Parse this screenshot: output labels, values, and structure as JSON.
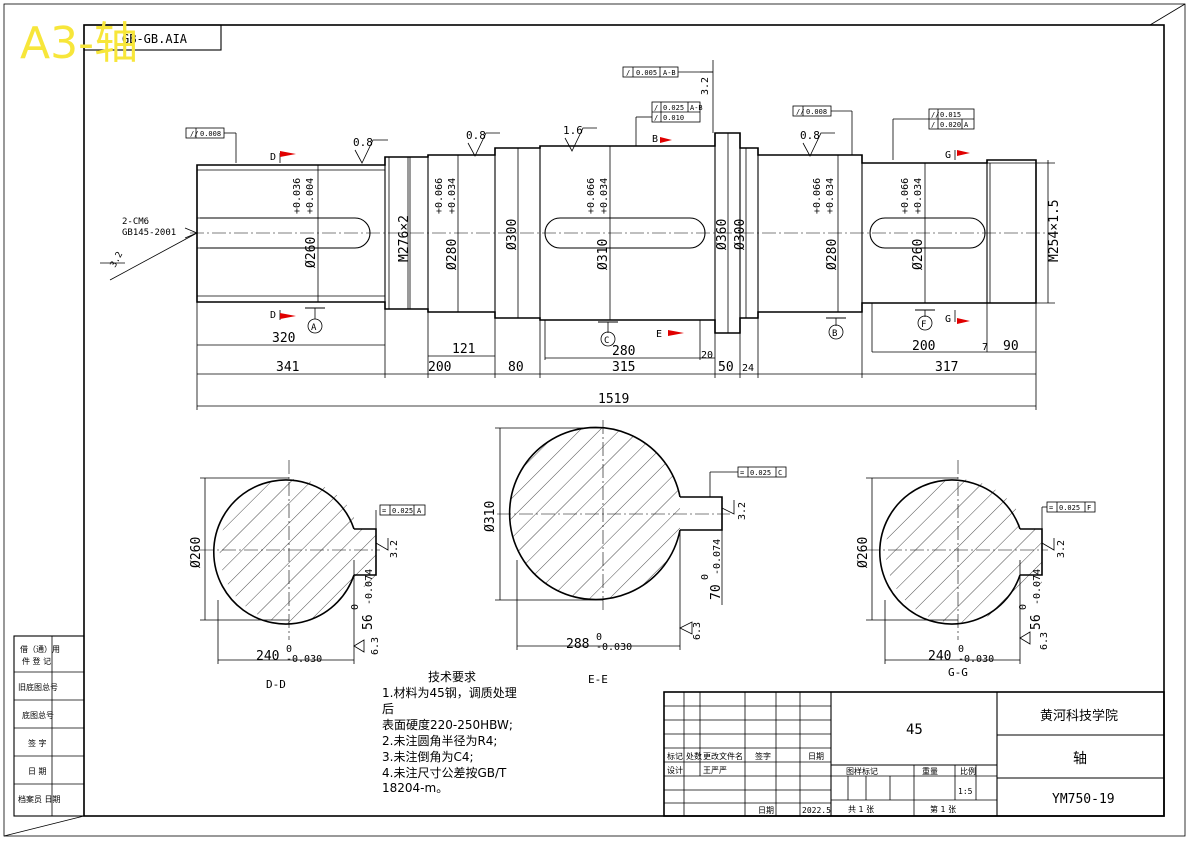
{
  "sheet": {
    "watermark": "A3-轴",
    "code_box": "GB-GB.AIA",
    "accent_yellow": "#f7e63a",
    "arrow_red": "#e00000"
  },
  "main_view": {
    "center_label": "2-CM6\nGB145-2001",
    "roughness": {
      "left_end": "3.2",
      "d1": "0.8",
      "d2": "0.8",
      "d3": "1.6",
      "d4": "3.2",
      "d5": "0.8"
    },
    "diameters": {
      "d1": "Ø260",
      "d1_tol_hi": "+0.036",
      "d1_tol_lo": "+0.004",
      "thread": "M276×2",
      "d2": "Ø280",
      "d2_tol_hi": "+0.066",
      "d2_tol_lo": "+0.034",
      "d3": "Ø300",
      "d4": "Ø310",
      "d4_tol_hi": "+0.066",
      "d4_tol_lo": "+0.034",
      "d5": "Ø360",
      "d6": "Ø300",
      "d7": "Ø280",
      "d7_tol_hi": "+0.066",
      "d7_tol_lo": "+0.034",
      "d8": "Ø260",
      "d8_tol_hi": "+0.066",
      "d8_tol_lo": "+0.034",
      "thread2": "M254×1.5"
    },
    "dims": {
      "l320": "320",
      "l341": "341",
      "l121": "121",
      "l200a": "200",
      "l80": "80",
      "l280": "280",
      "l315": "315",
      "l20": "20",
      "l50": "50",
      "l24": "24",
      "l200b": "200",
      "l7": "7",
      "l90": "90",
      "l317": "317",
      "total": "1519"
    },
    "tolerance_frames": {
      "f1": "0.008",
      "f2": [
        "0.005",
        "A-B"
      ],
      "f3": [
        [
          "0.025",
          "A-B"
        ],
        [
          "0.010",
          ""
        ]
      ],
      "f4": "0.008",
      "f5": [
        [
          "0.015",
          ""
        ],
        [
          "0.020",
          "A"
        ]
      ]
    },
    "section_marks": {
      "D": "D",
      "E": "E",
      "B": "B",
      "G": "G"
    },
    "datums": {
      "A": "A",
      "C": "C",
      "B": "B",
      "F": "F"
    }
  },
  "sections": [
    {
      "title": "D-D",
      "dia": "Ø260",
      "width": "240",
      "width_tol": "0",
      "width_tol_lo": "-0.030",
      "key": "56",
      "key_tol": "0",
      "key_tol_lo": "-0.074",
      "frame": [
        "0.025",
        "A"
      ],
      "r1": "3.2",
      "r2": "6.3"
    },
    {
      "title": "E-E",
      "dia": "Ø310",
      "width": "288",
      "width_tol": "0",
      "width_tol_lo": "-0.030",
      "key": "70",
      "key_tol": "0",
      "key_tol_lo": "-0.074",
      "frame": [
        "0.025",
        "C"
      ],
      "r1": "3.2",
      "r2": "6.3"
    },
    {
      "title": "G-G",
      "dia": "Ø260",
      "width": "240",
      "width_tol": "0",
      "width_tol_lo": "-0.030",
      "key": "56",
      "key_tol": "0",
      "key_tol_lo": "-0.074",
      "frame": [
        "0.025",
        "F"
      ],
      "r1": "3.2",
      "r2": "6.3"
    }
  ],
  "notes": {
    "title": "技术要求",
    "lines": [
      "1.材料为45钢，调质处理",
      "后",
      "表面硬度220-250HBW;",
      "2.未注圆角半径为R4;",
      "3.未注倒角为C4;",
      "4.未注尺寸公差按GB/T",
      "18204-m。"
    ]
  },
  "left_strip": [
    "借（通）用\n件 登 记",
    "旧底图总号",
    "底图总号",
    "签    字",
    "日    期",
    "档案员    日期"
  ],
  "title_block": {
    "material": "45",
    "school": "黄河科技学院",
    "part_name": "轴",
    "drawing_no": "YM750-19",
    "scale": "1:5",
    "headers": [
      "标记",
      "处数",
      "更改文件名",
      "签字",
      "日期"
    ],
    "row_design": [
      "设计",
      "王严严"
    ],
    "date_label": "日期",
    "date": "2022.5",
    "weight_row": [
      "图样标记",
      "重量",
      "比例"
    ],
    "sheet_total": "共  1  张",
    "sheet_no": "第  1  张"
  }
}
